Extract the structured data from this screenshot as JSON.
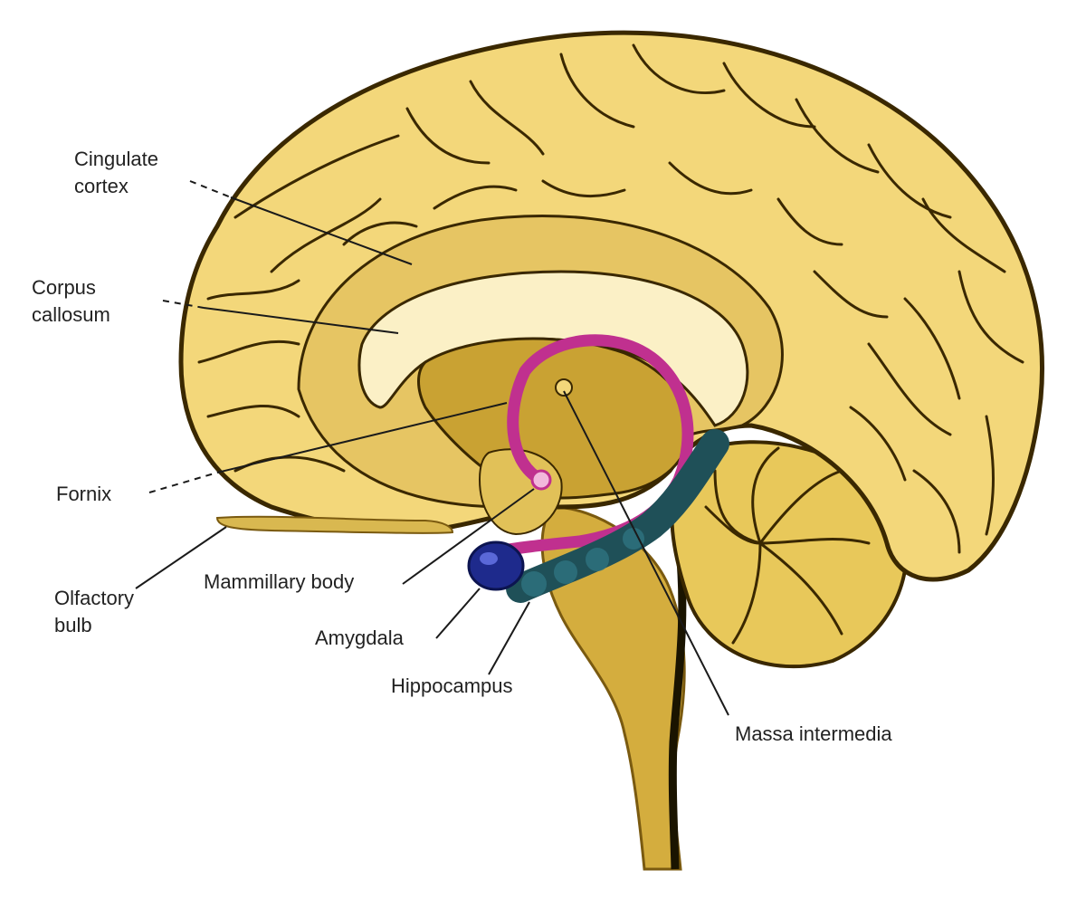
{
  "labels": {
    "cingulate_cortex": [
      "Cingulate",
      "cortex"
    ],
    "corpus_callosum": [
      "Corpus",
      "callosum"
    ],
    "fornix": "Fornix",
    "olfactory_bulb": [
      "Olfactory",
      "bulb"
    ],
    "mammillary_body": "Mammillary body",
    "amygdala": "Amygdala",
    "hippocampus": "Hippocampus",
    "massa_intermedia": "Massa intermedia"
  },
  "colors": {
    "background": "#ffffff",
    "cortex": "#f3d77a",
    "cortex_shade": "#d9b850",
    "sulcus_lines": "#3a2800",
    "corpus_callosum": "#fbf0c6",
    "diencephalon": "#c9a233",
    "fornix": "#c0308f",
    "amygdala": "#1e2a8c",
    "hippocampus": "#1f5058",
    "cerebellum": "#e8c85a",
    "brainstem": "#d4ad3e"
  }
}
